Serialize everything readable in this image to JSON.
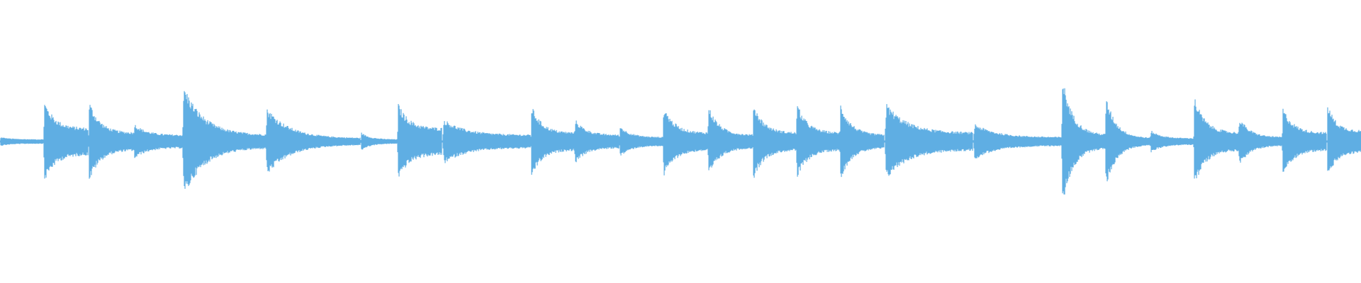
{
  "waveform": {
    "color": "#5faee3",
    "background": "#ffffff",
    "onsets": [
      0.0,
      0.032,
      0.065,
      0.098,
      0.134,
      0.195,
      0.265,
      0.292,
      0.325,
      0.39,
      0.422,
      0.455,
      0.487,
      0.52,
      0.553,
      0.585,
      0.617,
      0.65,
      0.715,
      0.78,
      0.812,
      0.845,
      0.877,
      0.91,
      0.942,
      0.975,
      1.0
    ],
    "peaks": [
      0.04,
      0.36,
      0.36,
      0.16,
      0.5,
      0.3,
      0.08,
      0.34,
      0.2,
      0.32,
      0.2,
      0.14,
      0.32,
      0.32,
      0.34,
      0.34,
      0.34,
      0.34,
      0.16,
      0.58,
      0.4,
      0.1,
      0.4,
      0.22,
      0.3,
      0.34,
      0.2
    ],
    "tails": [
      0.02,
      0.12,
      0.08,
      0.06,
      0.06,
      0.03,
      0.02,
      0.12,
      0.06,
      0.08,
      0.06,
      0.04,
      0.08,
      0.06,
      0.08,
      0.08,
      0.06,
      0.08,
      0.04,
      0.06,
      0.03,
      0.03,
      0.08,
      0.04,
      0.08,
      0.1,
      0.0
    ]
  }
}
